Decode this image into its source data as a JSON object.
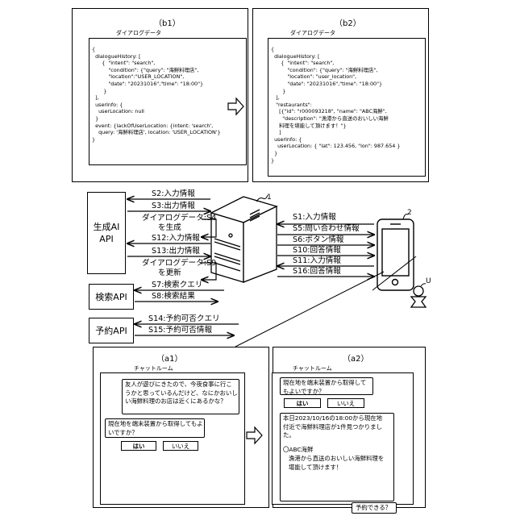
{
  "panels": {
    "b1": "（b1）",
    "b2": "（b2）",
    "a1": "（a1）",
    "a2": "（a2）"
  },
  "dialog_caption": "ダイアログデータ",
  "chatroom_caption": "チャットルーム",
  "b1_code": "{\n  dialogueHistory: [\n      {  \"intent\": \"search\",\n          \"condition\": {\"query\": \"海鮮料理店\",\n          \"location\":\"USER_LOCATION\",\n          \"date\": \"20231016\",\"time\": \"18:00\"}\n       }\n  ],\n  userInfo: {\n    userLocation: null\n  }\n  event: {lackOfUserLocation: {intent: 'search',\n    query: '海鮮料理店', location: 'USER_LOCATION'}\n}",
  "b2_code": "{\n  dialogueHistory: [\n      {  \"intent\": \"search\",\n          \"condition\": {\"query\": \"海鮮料理店\",\n          \"location\": \"user_location\",\n          \"date\": \"20231016\",\"time\": \"18:00\"}\n       }\n   ],\n   \"restaurants\":\n     [{\"id\": \"r000093218\", \"name\": \"ABC海鮮\",\n       \"description\": \"漁港から直送のおいしい海鮮\n     料理を堪能して頂けます！\"}\n     ]\n  userInfo: {\n    userLocation: { \"lat\": 123.456, \"lon\": 987.654 }\n  }\n}",
  "apis": {
    "gen_line1": "生成AI",
    "gen_line2": "API",
    "search": "検索API",
    "reserve": "予約API"
  },
  "refs": {
    "server": "1",
    "terminal": "2",
    "user": "U"
  },
  "left_labels": {
    "s2": "S2:入力情報",
    "s3": "S3:出力情報",
    "s4a": "ダイアログデータ:S4",
    "s4b": "を生成",
    "s12": "S12:入力情報",
    "s13": "S13:出力情報",
    "s9a": "ダイアログデータ:S9",
    "s9b": "を更新",
    "s7": "S7:検索クエリ",
    "s8": "S8:検索結果",
    "s14": "S14:予約可否クエリ",
    "s15": "S15:予約可否情報"
  },
  "right_labels": {
    "s1": "S1:入力情報",
    "s5": "S5:問い合わせ情報",
    "s6": "S6:ボタン情報",
    "s10": "S10:回答情報",
    "s11": "S11:入力情報",
    "s16": "S16:回答情報"
  },
  "a1": {
    "user_msg": "友人が遊びにきたので、今夜食事に行こうかと思っているんだけど、なにかおいしい海鮮料理のお店は近くにあるかな？",
    "bot_msg": "現在地を端末装置から取得してもよいですか？",
    "yes": "はい",
    "no": "いいえ"
  },
  "a2": {
    "bot_msg": "現在地を端末装置から取得してもよいですか？",
    "yes": "はい",
    "no": "いいえ",
    "result_msg": "本日2023/10/16の18:00から現在地付近で海鮮料理店が1件見つかりました。",
    "shop_name": "〇ABC海鮮",
    "shop_desc": "漁港から直送のおいしい海鮮料理を堪能して頂けます！",
    "user_msg": "予約できる？"
  }
}
